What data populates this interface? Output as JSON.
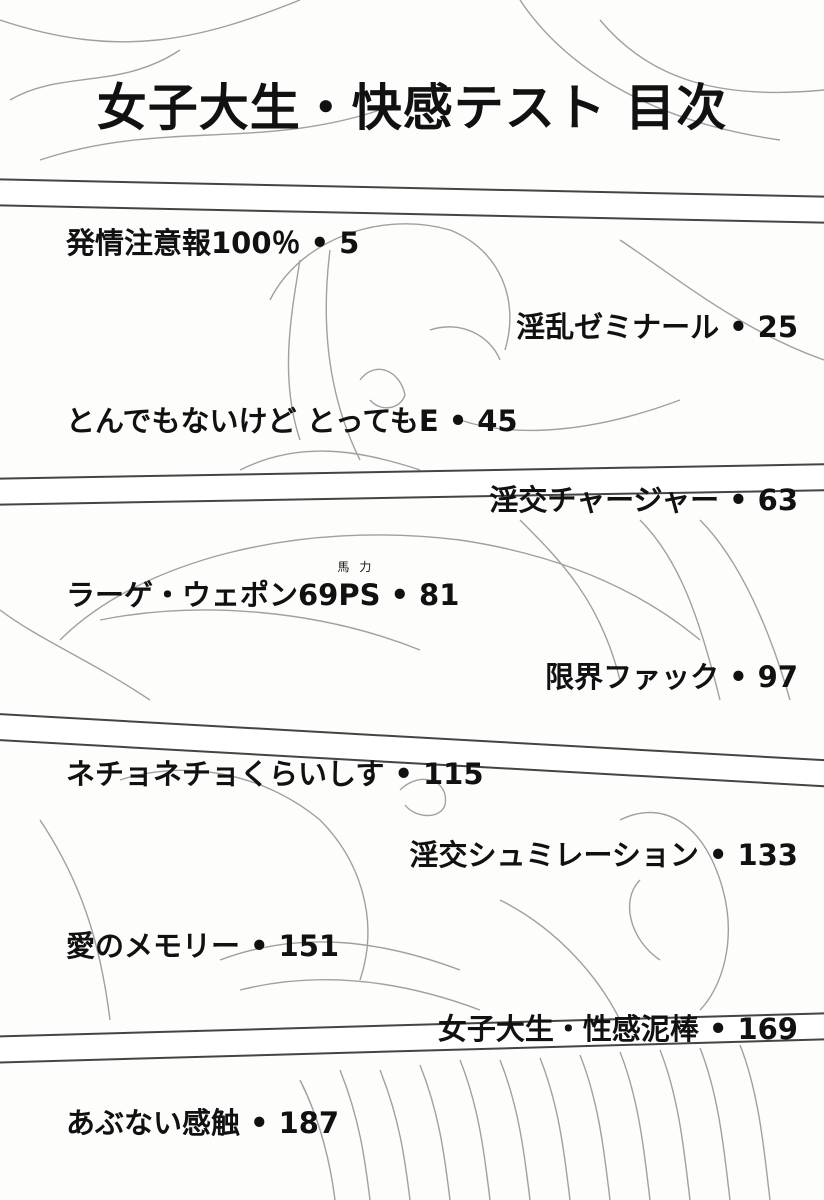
{
  "title": "女子大生・快感テスト 目次",
  "separator": "•",
  "entries": [
    {
      "title": "発情注意報100％",
      "page": "5"
    },
    {
      "title": "淫乱ゼミナール",
      "page": "25"
    },
    {
      "title": "とんでもないけど とってもE",
      "page": "45"
    },
    {
      "title": "淫交チャージャー",
      "page": "63"
    },
    {
      "title": "ラーゲ・ウェポン69",
      "title_suffix": "PS",
      "ruby": "馬力",
      "page": "81"
    },
    {
      "title": "限界ファック",
      "page": "97"
    },
    {
      "title": "ネチョネチョくらいしす",
      "page": "115"
    },
    {
      "title": "淫交シュミレーション",
      "page": "133"
    },
    {
      "title": "愛のメモリー",
      "page": "151"
    },
    {
      "title": "女子大生・性感泥棒",
      "page": "169"
    },
    {
      "title": "あぶない感触",
      "page": "187"
    }
  ]
}
